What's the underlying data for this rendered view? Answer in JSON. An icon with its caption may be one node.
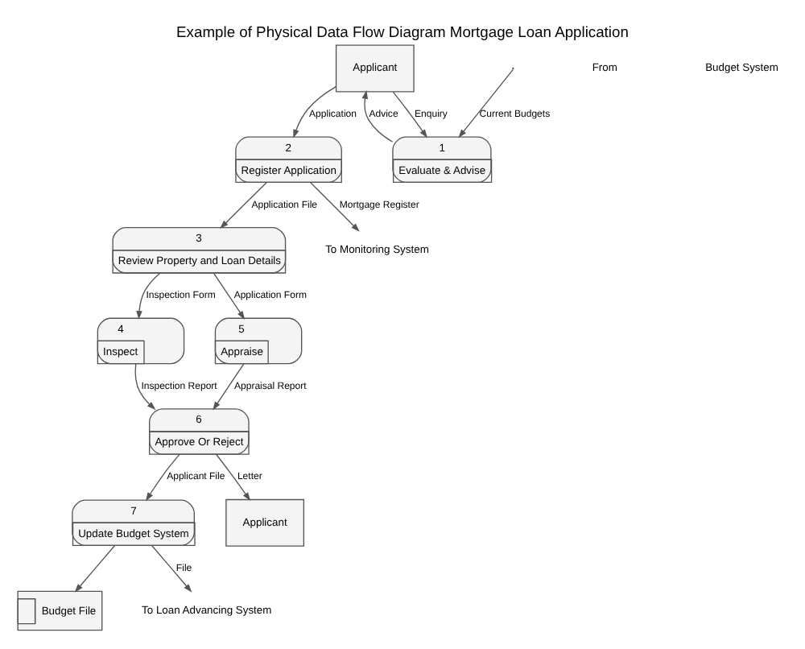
{
  "diagram": {
    "title": "Example of Physical Data Flow Diagram Mortgage Loan Application",
    "nodes": [
      {
        "text": [
          "Applicant"
        ]
      },
      {
        "text": [
          "1",
          "Evaluate & Advise"
        ]
      },
      {
        "text": [
          "2",
          "Register Application"
        ]
      },
      {
        "text": [
          "3",
          "Review Property and Loan Details"
        ]
      },
      {
        "text": [
          "4",
          "Inspect"
        ]
      },
      {
        "text": [
          "5",
          "Appraise"
        ]
      },
      {
        "text": [
          "6",
          "Approve Or Reject"
        ]
      },
      {
        "text": [
          "7",
          "Update Budget System"
        ]
      },
      {
        "text": [
          "Budget File"
        ]
      },
      {
        "text": [
          "Applicant"
        ]
      },
      {
        "text": [
          "To Monitoring System"
        ]
      },
      {
        "text": [
          "To Loan Advancing System"
        ]
      }
    ],
    "edges": [
      {
        "from": null,
        "to": 1,
        "arrow": "to",
        "label": "Current Budgets"
      },
      {
        "from": 0,
        "to": 1,
        "arrow": "to",
        "label": "Enquiry"
      },
      {
        "from": 1,
        "to": 0,
        "arrow": "to",
        "label": "Advice"
      },
      {
        "from": 0,
        "to": 2,
        "arrow": "to",
        "label": "Application"
      },
      {
        "from": 2,
        "to": 10,
        "arrow": "to",
        "label": "Mortgage Register"
      },
      {
        "from": 2,
        "to": 3,
        "arrow": "to",
        "label": "Application File"
      },
      {
        "from": 3,
        "to": 4,
        "arrow": "to",
        "label": "Inspection Form"
      },
      {
        "from": 3,
        "to": 5,
        "arrow": "to",
        "label": "Application Form"
      },
      {
        "from": 5,
        "to": 6,
        "arrow": "to",
        "label": "Appraisal Report"
      },
      {
        "from": 4,
        "to": 6,
        "arrow": "to",
        "label": "Inspection Report"
      },
      {
        "from": 6,
        "to": 7,
        "arrow": "to",
        "label": "Applicant File"
      },
      {
        "from": 7,
        "to": 8,
        "arrow": "to"
      },
      {
        "from": 7,
        "to": 11,
        "arrow": "to",
        "label": "File"
      },
      {
        "from": 6,
        "to": 9,
        "arrow": "to",
        "label": "Letter"
      }
    ],
    "labels": [
      "From",
      "Budget System"
    ]
  }
}
